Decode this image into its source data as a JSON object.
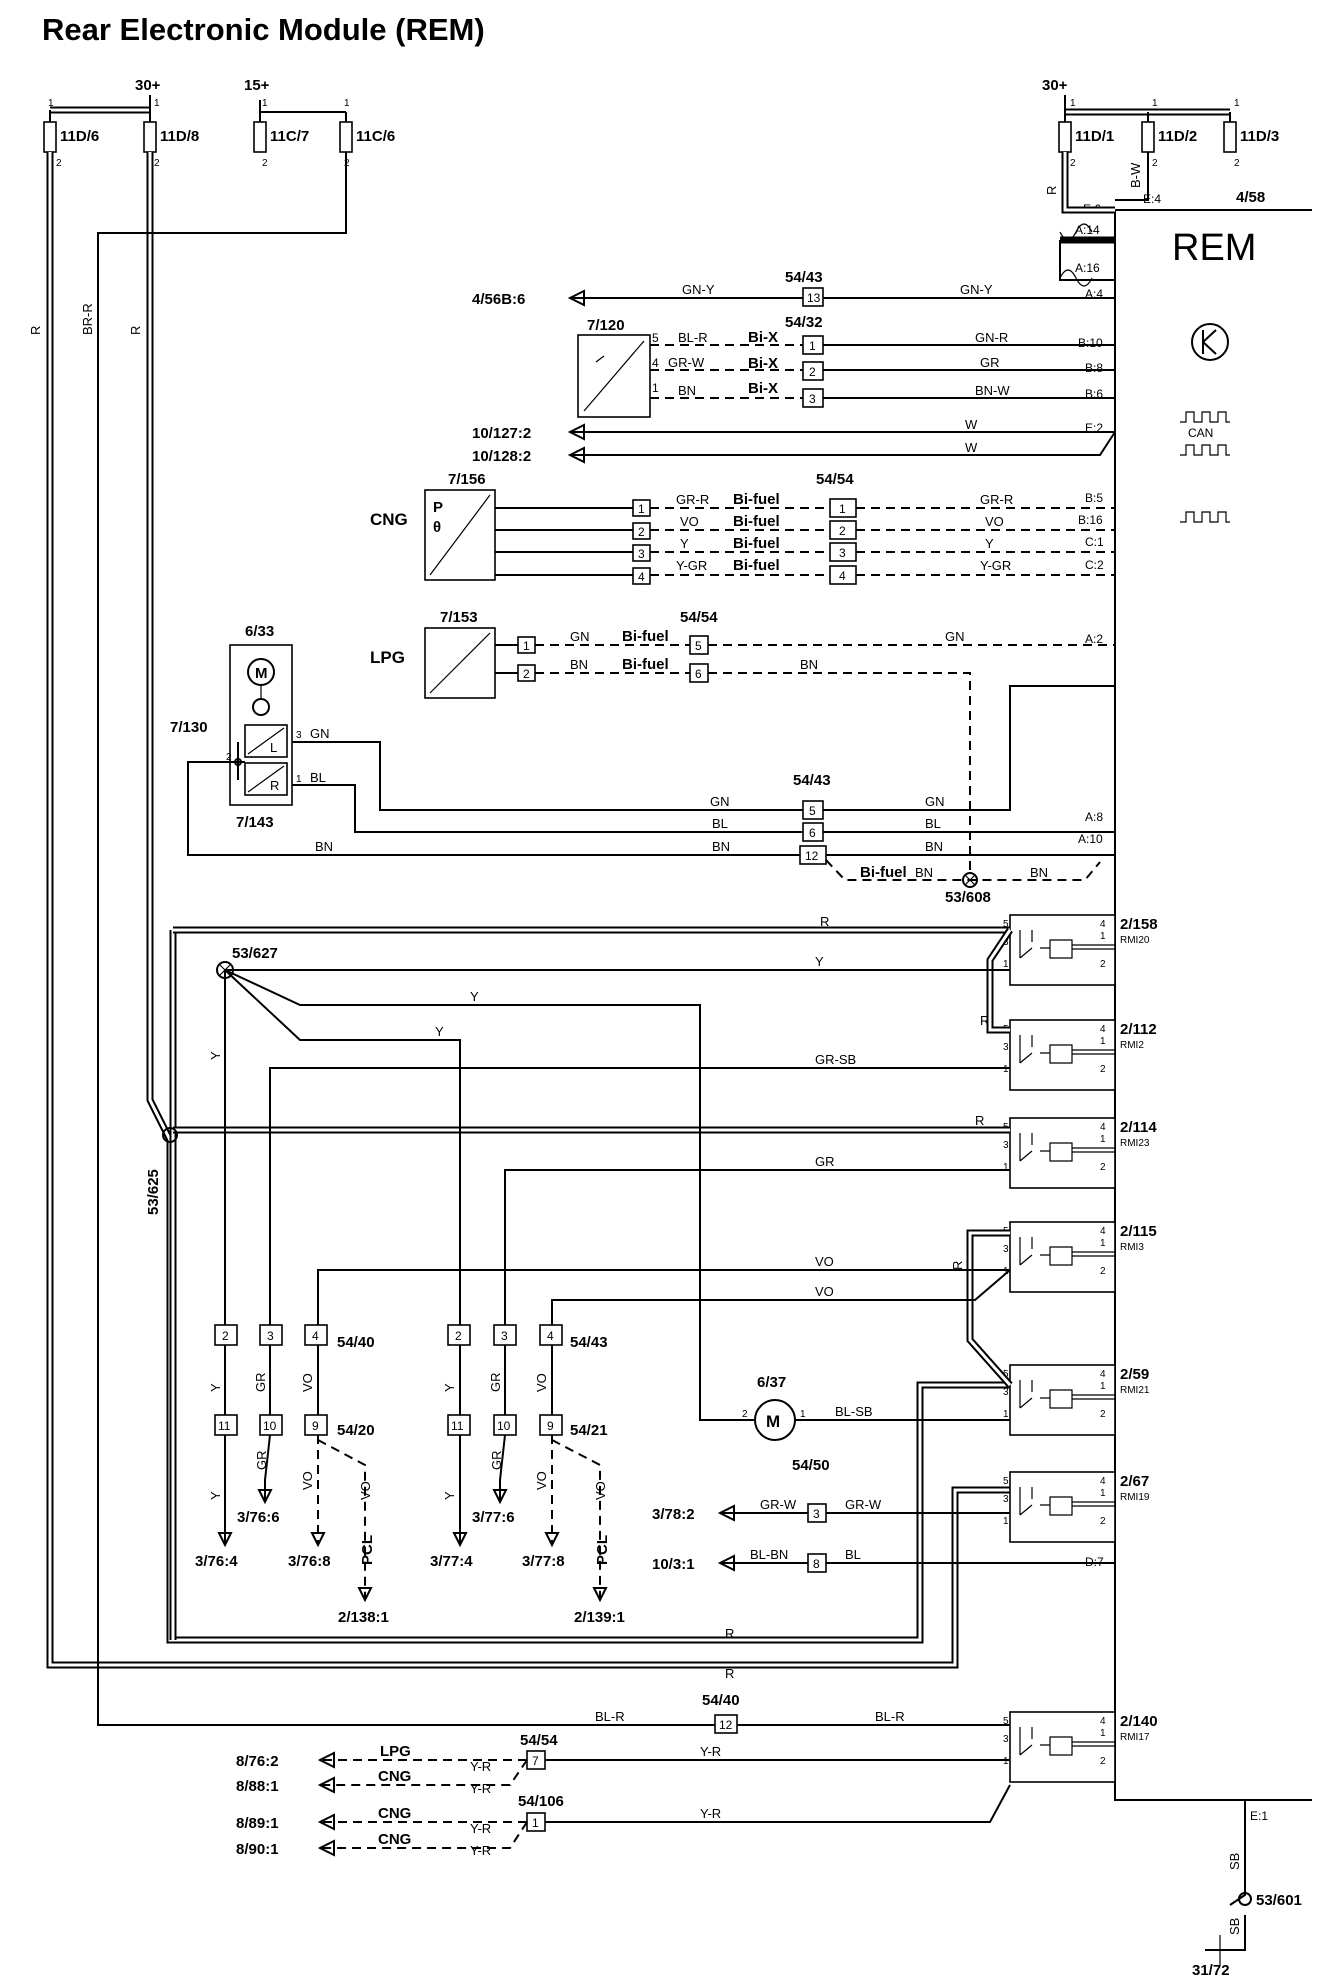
{
  "title": "Rear Electronic Module (REM)",
  "module": {
    "name": "REM",
    "id": "4/58",
    "ground_pin": "E:1",
    "can_label": "CAN"
  },
  "supply": {
    "s30a": "30+",
    "s15": "15+",
    "s30b": "30+"
  },
  "fuses": [
    "11D/6",
    "11D/8",
    "11C/7",
    "11C/6",
    "11D/1",
    "11D/2",
    "11D/3"
  ],
  "pin_one": "1",
  "pin_two": "2",
  "pins": [
    "E:6",
    "E:4",
    "A:14",
    "A:16",
    "A:4",
    "B:10",
    "B:8",
    "B:6",
    "E:2",
    "B:5",
    "B:16",
    "C:1",
    "C:2",
    "A:2",
    "A:8",
    "A:10",
    "D:7"
  ],
  "destinations": [
    "4/56B:6",
    "10/127:2",
    "10/128:2",
    "3/78:2",
    "10/3:1",
    "8/76:2",
    "8/88:1",
    "8/89:1",
    "8/90:1",
    "3/76:4",
    "3/76:6",
    "3/76:8",
    "3/77:4",
    "3/77:6",
    "3/77:8",
    "2/138:1",
    "2/139:1"
  ],
  "components": {
    "c7_120": "7/120",
    "c7_156": "7/156",
    "c7_153": "7/153",
    "c6_33": "6/33",
    "c7_130": "7/130",
    "c7_143": "7/143",
    "c6_37": "6/37",
    "cng": "CNG",
    "lpg": "LPG",
    "motor": "M",
    "press_p": "P",
    "press_t": "θ",
    "mirror_l": "L",
    "mirror_r": "R"
  },
  "connectors": {
    "k54_43a": "54/43",
    "k54_32": "54/32",
    "k54_54a": "54/54",
    "k54_54b": "54/54",
    "k54_43b": "54/43",
    "k54_40a": "54/40",
    "k54_43c": "54/43",
    "k54_20": "54/20",
    "k54_21": "54/21",
    "k54_50": "54/50",
    "k54_40b": "54/40",
    "k54_54c": "54/54",
    "k54_106": "54/106"
  },
  "splices": [
    "53/608",
    "53/627",
    "53/625",
    "53/601"
  ],
  "ground": "31/72",
  "relays": [
    {
      "id": "2/158",
      "name": "RMI20"
    },
    {
      "id": "2/112",
      "name": "RMI2"
    },
    {
      "id": "2/114",
      "name": "RMI23"
    },
    {
      "id": "2/115",
      "name": "RMI3"
    },
    {
      "id": "2/59",
      "name": "RMI21"
    },
    {
      "id": "2/67",
      "name": "RMI19"
    },
    {
      "id": "2/140",
      "name": "RMI17"
    }
  ],
  "relay_pins": [
    "1",
    "2",
    "3",
    "4",
    "5"
  ],
  "pcl": "PCL",
  "variants": {
    "bix": "Bi-X",
    "bifuel": "Bi-fuel"
  },
  "wires": {
    "R": "R",
    "BR_R": "BR-R",
    "B_W": "B-W",
    "GN_Y": "GN-Y",
    "BL_R": "BL-R",
    "GR_W": "GR-W",
    "BN": "BN",
    "GN_R": "GN-R",
    "GR": "GR",
    "BN_W": "BN-W",
    "W": "W",
    "GR_R": "GR-R",
    "VO": "VO",
    "Y": "Y",
    "Y_GR": "Y-GR",
    "GN": "GN",
    "BL": "BL",
    "GR_SB": "GR-SB",
    "BL_SB": "BL-SB",
    "BL_BN": "BL-BN",
    "Y_R": "Y-R",
    "SB": "SB"
  },
  "pin_numbers": [
    "1",
    "2",
    "3",
    "4",
    "5",
    "6",
    "7",
    "8",
    "9",
    "10",
    "11",
    "12",
    "13"
  ]
}
